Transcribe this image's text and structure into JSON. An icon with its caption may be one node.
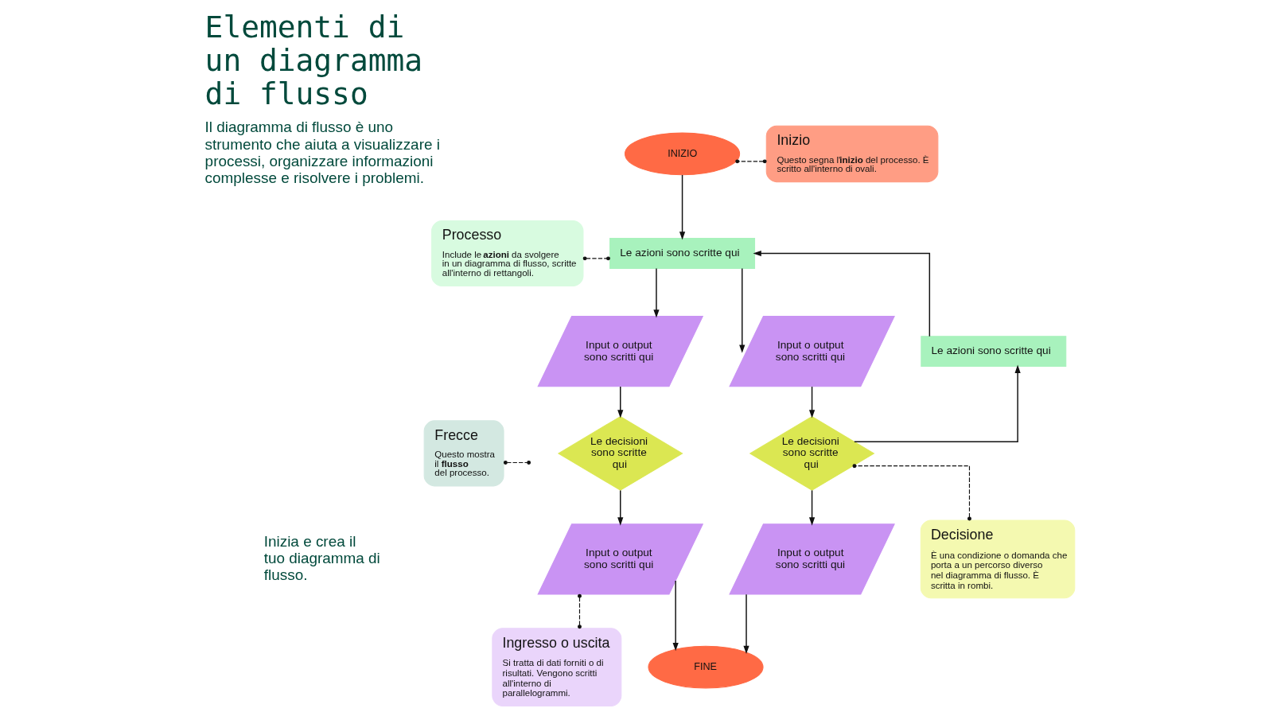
{
  "diagram": {
    "title": "Elementi di un diagramma di flusso",
    "nodes": [
      {
        "text": [
          "INIZIO"
        ]
      },
      {
        "text": [
          "Inizio",
          "Questo segna l'**inizio** del processo. È scritto all'interno di ovali."
        ]
      },
      {
        "text": [
          "Processo",
          "Include le **azioni** da svolgere in un diagramma di flusso, scritte all'interno di rettangoli."
        ]
      },
      {
        "text": [
          "Le azioni sono scritte qui"
        ]
      },
      {
        "text": [
          "Input o output sono scritti qui"
        ]
      },
      {
        "text": [
          "Input o output sono scritti qui"
        ]
      },
      {
        "text": [
          "Le azioni sono scritte qui"
        ]
      },
      {
        "text": [
          "Frecce",
          "Questo mostra il **flusso** del processo."
        ]
      },
      {
        "text": [
          "Le decisioni sono scritte qui"
        ]
      },
      {
        "text": [
          "Le decisioni sono scritte qui"
        ]
      },
      {
        "text": [
          "Input o output sono scritti qui"
        ]
      },
      {
        "text": [
          "Input o output sono scritti qui"
        ]
      },
      {
        "text": [
          "Decisione",
          "È una condizione o domanda che porta a un percorso diverso nel diagramma di flusso. È scritta in rombi."
        ]
      },
      {
        "text": [
          "Ingresso o uscita",
          "Si tratta di dati forniti o di risultati. Vengono scritti all'interno di parallelogrammi."
        ]
      },
      {
        "text": [
          "FINE"
        ]
      }
    ],
    "edges": [
      {
        "from": 0,
        "to": 3,
        "arrow": "to"
      },
      {
        "from": 3,
        "to": 4,
        "arrow": "to"
      },
      {
        "from": 3,
        "to": 5,
        "arrow": "to"
      },
      {
        "from": 4,
        "to": 8,
        "arrow": "to"
      },
      {
        "from": 5,
        "to": 9,
        "arrow": "to"
      },
      {
        "from": 8,
        "to": 10,
        "arrow": "to"
      },
      {
        "from": 9,
        "to": 11,
        "arrow": "to"
      },
      {
        "from": 9,
        "to": 6,
        "arrow": "to"
      },
      {
        "from": 6,
        "to": 3,
        "arrow": "to"
      },
      {
        "from": 10,
        "to": 14,
        "arrow": "to"
      },
      {
        "from": 11,
        "to": 14,
        "arrow": "to"
      },
      {
        "from": 1,
        "to": 0,
        "arrow": "other",
        "style": "dashed"
      },
      {
        "from": 2,
        "to": 3,
        "arrow": "other",
        "style": "dashed"
      },
      {
        "from": 7,
        "to": null,
        "arrow": "other",
        "style": "dashed"
      },
      {
        "from": 12,
        "to": 9,
        "arrow": "other",
        "style": "dashed"
      },
      {
        "from": 13,
        "to": 10,
        "arrow": "other",
        "style": "dashed"
      }
    ],
    "labels": [
      "Il diagramma di flusso è uno strumento che aiuta a visualizzare i processi, organizzare informazioni complesse e risolvere i problemi.",
      "Inizia e crea il tuo diagramma di flusso."
    ]
  }
}
